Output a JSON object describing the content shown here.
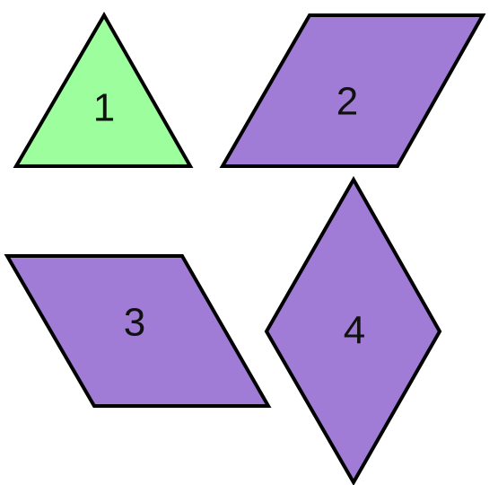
{
  "shapes": [
    {
      "label": "1",
      "kind": "triangle",
      "fill": "#9cfe9c"
    },
    {
      "label": "2",
      "kind": "parallelogram",
      "fill": "#a07cd6"
    },
    {
      "label": "3",
      "kind": "parallelogram",
      "fill": "#a07cd6"
    },
    {
      "label": "4",
      "kind": "rhombus",
      "fill": "#a07cd6"
    }
  ],
  "colors": {
    "outline": "#000000",
    "background": "#ffffff"
  }
}
